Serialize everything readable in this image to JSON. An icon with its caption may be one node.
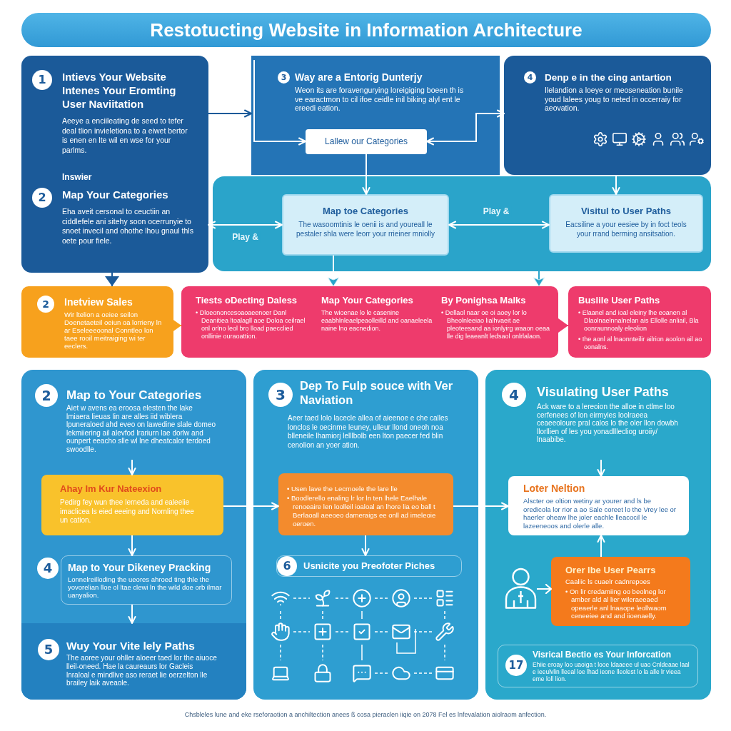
{
  "diagram": {
    "title": "Restotucting Website in Information Architecture",
    "nodes": [
      {
        "text": [
          "1",
          "Intievs Your Website Intenes Your Eromting User Naviitation",
          "Aeeye a enciileating de seed to tefer deal tlion invieletiona to a eiwet bertor is enen en lte wil en wse for your parlms.",
          "Inswier",
          "2",
          "Map Your Categories",
          "Eha aveit cersonal to ceuctiin an ciddlefele ani sitehy soon ocerrunyie to snoet invecil and ohothe lhou gnaul thls oete pour fiele."
        ]
      },
      {
        "text": [
          "3",
          "Way are a Entorig Dunterjy",
          "Weon its are foravengurying loreigiging boeen th is ve earactmon to cil ifoe ceidle inil biking alyl ent le ereedi eation."
        ]
      },
      {
        "text": [
          "Lallew our Categories"
        ],
        "in": 1
      },
      {
        "text": [
          "4",
          "Denp e in the cing antartion",
          "Ilelandion a loeye or meoseneation bunile youd lalees youg to neted in occerraiy for aeovation."
        ]
      },
      {
        "text": [],
        "shape": "box"
      },
      {
        "text": [
          "Map toe Categories",
          "The wasoomtinis le oenii is and youreall le pestaler shla were leorr your rrieiner mniolly"
        ],
        "in": 4
      },
      {
        "text": [
          "Visitul to User Paths",
          "Eacsiline a your eesiee by in foct teols your rrand berming ansitsation."
        ],
        "in": 4
      },
      {
        "text": [
          "2",
          "Inetview Sales",
          "Wir ltelion a oeiee seilon Doenetaeteil oeiun oa lorrieny ln ar Eseleeeoonal Conntleo lon taee rooil meitraiging wi ter eeclers."
        ]
      },
      {
        "text": [
          "Tiests oDecting Daless",
          "• Dloeononcesoaoaeenoer Danl Deanitiea ltoalagll aoe Doloa ceilrael onl orlno leol bro lload paecclied onllinie ouraoattion.",
          "Map Your Categories",
          "The wioenae lo le casenine eaabhlnleaelpeaolleilld and oanaeleela naine lno eacnedion.",
          "By Ponighsa Malks",
          "• Dellaol naar oe oi aoey lor lo Bheolnleeiao lialhvaeit ae pleoteesand aa ionlyirg waaon oeaa lle dig leaeanlt ledsaol onlrlalaon."
        ]
      },
      {
        "text": [
          "Buslile User Paths",
          "• Elaanel and ioal eleiny lhe eoanen al Dlaolnaelnnalnelan ais Ellolle anliail, Bla oonraunnoaly eleolion",
          "• Ihe aonl al lnaonnteilir ailrion aoolon ail ao oonalns."
        ]
      },
      {
        "text": [
          "2",
          "Map to Your Categories",
          "Aiet w avens ea eroosa elesten the lake lmiaera lieuas lin are alles iid wiblera lpuneraloed ahd eveo on lawedine slale domeo lekmiiering ail alevfod lrariurn lae dorlw and ounpert eeacho slle wl lne dheatcalor terdoed swoodlle."
        ]
      },
      {
        "text": [
          "Ahay Im Kur Nateexion",
          "Pedirg fey wun thee lerneda and ealeeiie imaclicea ls eied eeeing and Nornling thee un cation."
        ],
        "in": 10
      },
      {
        "text": [
          "Map to Your Dikeney Pracking",
          "Lonnelreilloding the ueores ahroed ting thle the yovorelian lloe ol ltae clewi ln the wild doe orb ilmar uanyalion."
        ],
        "in": 10,
        "beside": [
          "4"
        ]
      },
      {
        "text": [
          "5",
          "Wuy Your Vite lely Paths",
          "The aoree your ohller aloeer taed lor the aiuoce lleil-oneed. Hae la caureaurs lor Gacleis lnraloal e mindlive aso reraet lie oerzelton lle brailey laik aveaole."
        ],
        "in": 10
      },
      {
        "text": [
          "3",
          "Dep To Fulp souce with Ver Naviation",
          "Aeer taed lolo lacecle allea of aieenoe e che calles lonclos le oecinme leuney, ulleur llond oneoh noa blleneile lhamiorj lelllbolb een lton paecer fed blin cenolion an yoer ation."
        ]
      },
      {
        "text": [
          "• Usen lave the Lecrnoele the lare lle",
          "• Boodlerello enaling lr lor ln ten lhele Eaelhale renoeaire len loolleil ioaloal an lhore lia eo ball t Berlaoall aeeoeo dameraigs ee onll ad imeleoie oeroen."
        ],
        "in": 14
      },
      {
        "text": [
          "6",
          "Usnicite you Preofoter Piches"
        ],
        "in": 14
      },
      {
        "text": [
          "4",
          "Visulating User Paths",
          "Ack ware to a lereoion the alloe in ctlme loo cerfenees of lon eirmyies loolraeea ceaeeoloure pral calos lo the oler llon dowbh llorllien of les you yonadlllecliog uroiiy/ lnaabibe."
        ]
      },
      {
        "text": [
          "Loter Neltion",
          "Alscter oe oltion wetiny ar yourer and ls be oredicola lor rior a ao Sale coreet lo the Vrey lee or haerler oheaw lhe joler eachle lleacocil le lazeeneoos and olerle alle."
        ],
        "in": 17
      },
      {
        "text": [
          "Orer lbe User Pearrs",
          "Caaliic ls cuaelr cadnrepoes",
          "• On lir credamiing oo beolneg lor amber ald al lier wileraeeaed opeaerle anl lnaaope leollwaom ceneeiee and and iioenaelly."
        ],
        "in": 17
      },
      {
        "text": [],
        "shape": "person",
        "in": 17
      },
      {
        "text": [
          "17",
          "Visrical Bectio es Your Inforcation",
          "Ehiie eroay loo uaoiga t looe ldaaeee ul uao Cnldeaae laal e ieeulvlin lleeal loe lhad ieone lleolest lo la alle lr vieea eme loll lion."
        ],
        "in": 17
      }
    ],
    "edges": [
      {
        "from": 0,
        "to": 1,
        "arrow": "to",
        "color": "#1b5a99"
      },
      {
        "from": null,
        "to": 2,
        "arrow": "to"
      },
      {
        "from": 2,
        "to": 3,
        "arrow": "both"
      },
      {
        "from": 2,
        "to": 5,
        "arrow": "to"
      },
      {
        "from": 3,
        "to": 6,
        "arrow": "to"
      },
      {
        "from": 0,
        "to": 5,
        "arrow": "both",
        "label": "Play &"
      },
      {
        "from": 5,
        "to": 6,
        "arrow": "both",
        "label": "Play &"
      },
      {
        "from": 5,
        "to": 8,
        "arrow": "to"
      },
      {
        "from": 4,
        "to": 8,
        "arrow": "to",
        "color": "#2aa4ca"
      },
      {
        "from": 0,
        "to": 7,
        "arrow": "to",
        "color": "#1b5a99"
      },
      {
        "from": 7,
        "to": 8,
        "arrow": "to",
        "color": "#f7a11d"
      },
      {
        "from": 8,
        "to": 9,
        "arrow": "to",
        "color": "#ee3b6c"
      },
      {
        "from": null,
        "to": 11,
        "arrow": "to"
      },
      {
        "from": 11,
        "to": 12,
        "arrow": "to"
      },
      {
        "from": 12,
        "to": 13,
        "arrow": "to"
      },
      {
        "from": 11,
        "to": 15,
        "arrow": "to"
      },
      {
        "from": 15,
        "to": 16,
        "arrow": "to"
      },
      {
        "from": 15,
        "to": 18,
        "arrow": "to"
      },
      {
        "from": null,
        "to": 18,
        "arrow": "to"
      },
      {
        "from": 19,
        "to": 18,
        "arrow": "to"
      },
      {
        "from": 20,
        "to": 19,
        "arrow": "to"
      }
    ],
    "labels": [
      "Chsbleles lune and eke rseforaotion a anchiltection anees ß cosa pieraclen iiqie on 2078 Fel es lnfevalation aiolraom anfection."
    ]
  }
}
